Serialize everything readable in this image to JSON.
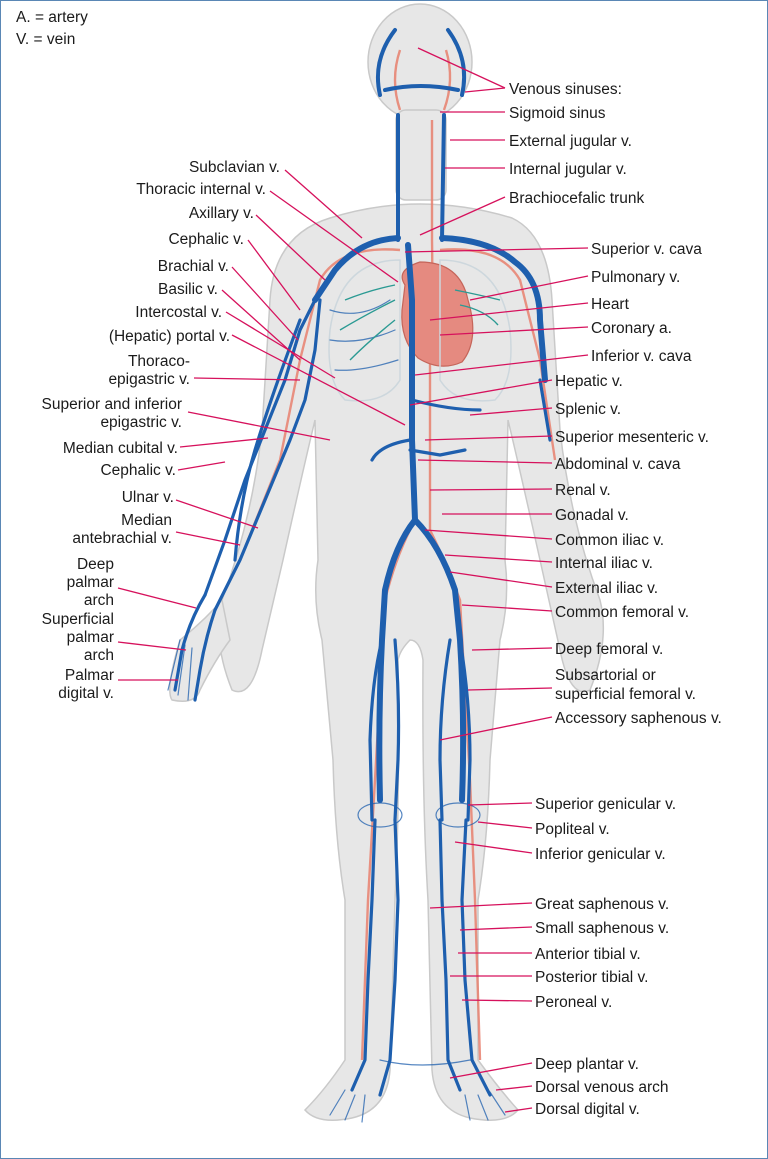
{
  "legend": {
    "artery": "A. = artery",
    "vein": "V. = vein"
  },
  "colors": {
    "vein": "#1e5fae",
    "artery": "#e8806e",
    "leader": "#d6115c",
    "body": "#e6e6e6"
  },
  "labels_right": [
    "Venous sinuses:",
    "Sigmoid sinus",
    "External jugular v.",
    "Internal jugular v.",
    "Brachiocefalic trunk",
    "Superior v. cava",
    "Pulmonary v.",
    "Heart",
    "Coronary a.",
    "Inferior v. cava",
    "Hepatic v.",
    "Splenic v.",
    "Superior mesenteric v.",
    "Abdominal v. cava",
    "Renal v.",
    "Gonadal v.",
    "Common iliac v.",
    "Internal iliac v.",
    "External iliac v.",
    "Common femoral v.",
    "Deep femoral v.",
    "Subsartorial or",
    "superficial femoral v.",
    "Accessory saphenous v.",
    "Superior genicular v.",
    "Popliteal v.",
    "Inferior genicular v.",
    "Great saphenous v.",
    "Small saphenous v.",
    "Anterior tibial v.",
    "Posterior tibial v.",
    "Peroneal v.",
    "Deep plantar v.",
    "Dorsal venous arch",
    "Dorsal digital v."
  ],
  "labels_left": [
    "Subclavian v.",
    "Thoracic internal v.",
    "Axillary v.",
    "Cephalic v.",
    "Brachial v.",
    "Basilic v.",
    "Intercostal v.",
    "(Hepatic) portal v.",
    "Thoraco-",
    "epigastric v.",
    "Superior and inferior",
    "epigastric v.",
    "Median cubital v.",
    "Cephalic v.",
    "Ulnar v.",
    "Median",
    "antebrachial v.",
    "Deep",
    "palmar",
    "arch",
    "Superficial",
    "palmar",
    "arch",
    "Palmar",
    "digital v."
  ]
}
